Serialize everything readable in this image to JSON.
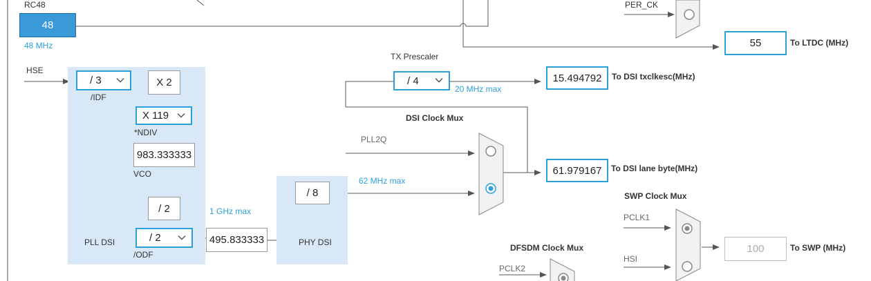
{
  "rc48": {
    "name": "RC48",
    "value": "48",
    "freq": "48 MHz"
  },
  "per_ck": {
    "label": "PER_CK"
  },
  "ltdc": {
    "value": "55",
    "label": "To LTDC (MHz)"
  },
  "hse": {
    "label": "HSE"
  },
  "pll_dsi": {
    "label": "PLL DSI",
    "idf": {
      "value": "/ 3",
      "label": "/IDF"
    },
    "mult": {
      "value": "X 2"
    },
    "ndiv": {
      "value": "X 119",
      "label": "*NDIV"
    },
    "vco": {
      "value": "983.333333",
      "label": "VCO"
    },
    "div2": {
      "value": "/ 2"
    },
    "odf": {
      "value": "/ 2",
      "label": "/ODF"
    },
    "out": {
      "value": "495.833333",
      "max": "1 GHz max"
    }
  },
  "phy_dsi": {
    "label": "PHY DSI",
    "div": {
      "value": "/ 8"
    },
    "max": "62 MHz max"
  },
  "tx_prescaler": {
    "label": "TX Prescaler",
    "value": "/ 4",
    "max": "20 MHz max",
    "out_value": "15.494792",
    "out_label": "To DSI txclkesc(MHz)"
  },
  "dsi_mux": {
    "label": "DSI Clock Mux",
    "input_pll2q": "PLL2Q",
    "out_value": "61.979167",
    "out_label": "To DSI lane byte(MHz)"
  },
  "swp_mux": {
    "label": "SWP Clock Mux",
    "input_pclk1": "PCLK1",
    "input_hsi": "HSI",
    "out_value": "100",
    "out_label": "To SWP (MHz)"
  },
  "dfsdm_mux": {
    "label": "DFSDM Clock Mux",
    "input_pclk2": "PCLK2"
  },
  "colors": {
    "accent": "#2aa0d8",
    "region": "#d8e8f6",
    "rc48_fill": "#3a9ad8",
    "line": "#555555"
  }
}
